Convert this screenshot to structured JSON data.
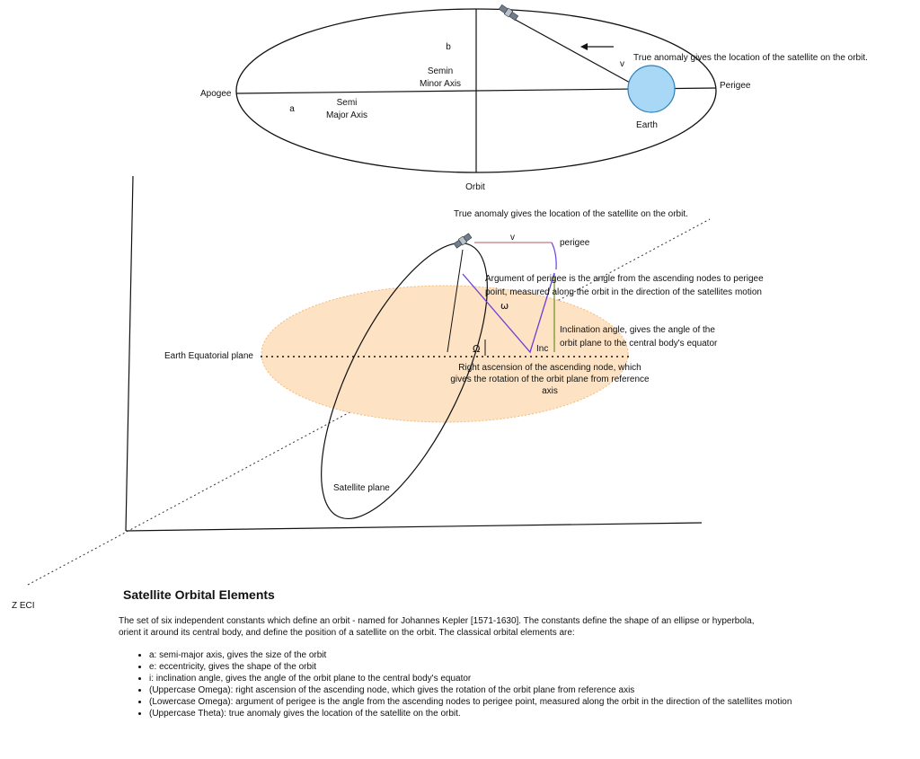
{
  "top_diagram": {
    "apogee": "Apogee",
    "perigee": "Perigee",
    "a": "a",
    "b": "b",
    "semi_major_line1": "Semi",
    "semi_major_line2": "Major Axis",
    "semi_minor_line1": "Semin",
    "semi_minor_line2": "Minor Axis",
    "earth": "Earth",
    "orbit": "Orbit",
    "v": "v",
    "true_anomaly": "True anomaly gives the location of the satellite on the orbit."
  },
  "bottom_diagram": {
    "true_anomaly": "True anomaly gives the location of the satellite on the orbit.",
    "v": "v",
    "perigee": "perigee",
    "argument_line1": "Argument of perigee is the angle from the ascending nodes to perigee",
    "argument_line2": "point, measured along the orbit in the direction of the satellites motion",
    "omega_lower": "ω",
    "omega_upper": "Ω",
    "inc": "Inc",
    "inclination_line1": "Inclination angle, gives the angle of the",
    "inclination_line2": "orbit plane to the central body's equator",
    "raan_line1": "Right ascension of the ascending node, which",
    "raan_line2": "gives the rotation of the orbit plane from reference",
    "raan_line3": "axis",
    "equatorial_plane": "Earth Equatorial plane",
    "satellite_plane": "Satellite plane",
    "z_eci": "Z ECI"
  },
  "colors": {
    "earth_fill": "#a8d8f5",
    "earth_stroke": "#2d7fb8",
    "equatorial_fill": "#fde3c4",
    "equatorial_stroke": "#f5b97a",
    "omega_line": "#6a3fd6",
    "v_line": "#b55a5a",
    "inc_line": "#6b8e23"
  },
  "article": {
    "title": "Satellite Orbital Elements",
    "intro": "The set of six independent constants which define an orbit - named for Johannes Kepler [1571-1630]. The constants define the shape of an ellipse or hyperbola, orient it around its central body, and define the position of a satellite on the orbit. The classical orbital elements are:",
    "items": [
      "a: semi-major axis, gives the size of the orbit",
      "e: eccentricity, gives the shape of the orbit",
      "i: inclination angle, gives the angle of the orbit plane to the central body's equator",
      "(Uppercase Omega): right ascension of the ascending node, which gives the rotation of the orbit plane from reference axis",
      "(Lowercase Omega): argument of perigee is the angle from the ascending nodes to perigee point, measured along the orbit in the direction of the satellites motion",
      "(Uppercase Theta): true anomaly gives the location of the satellite on the orbit."
    ]
  }
}
